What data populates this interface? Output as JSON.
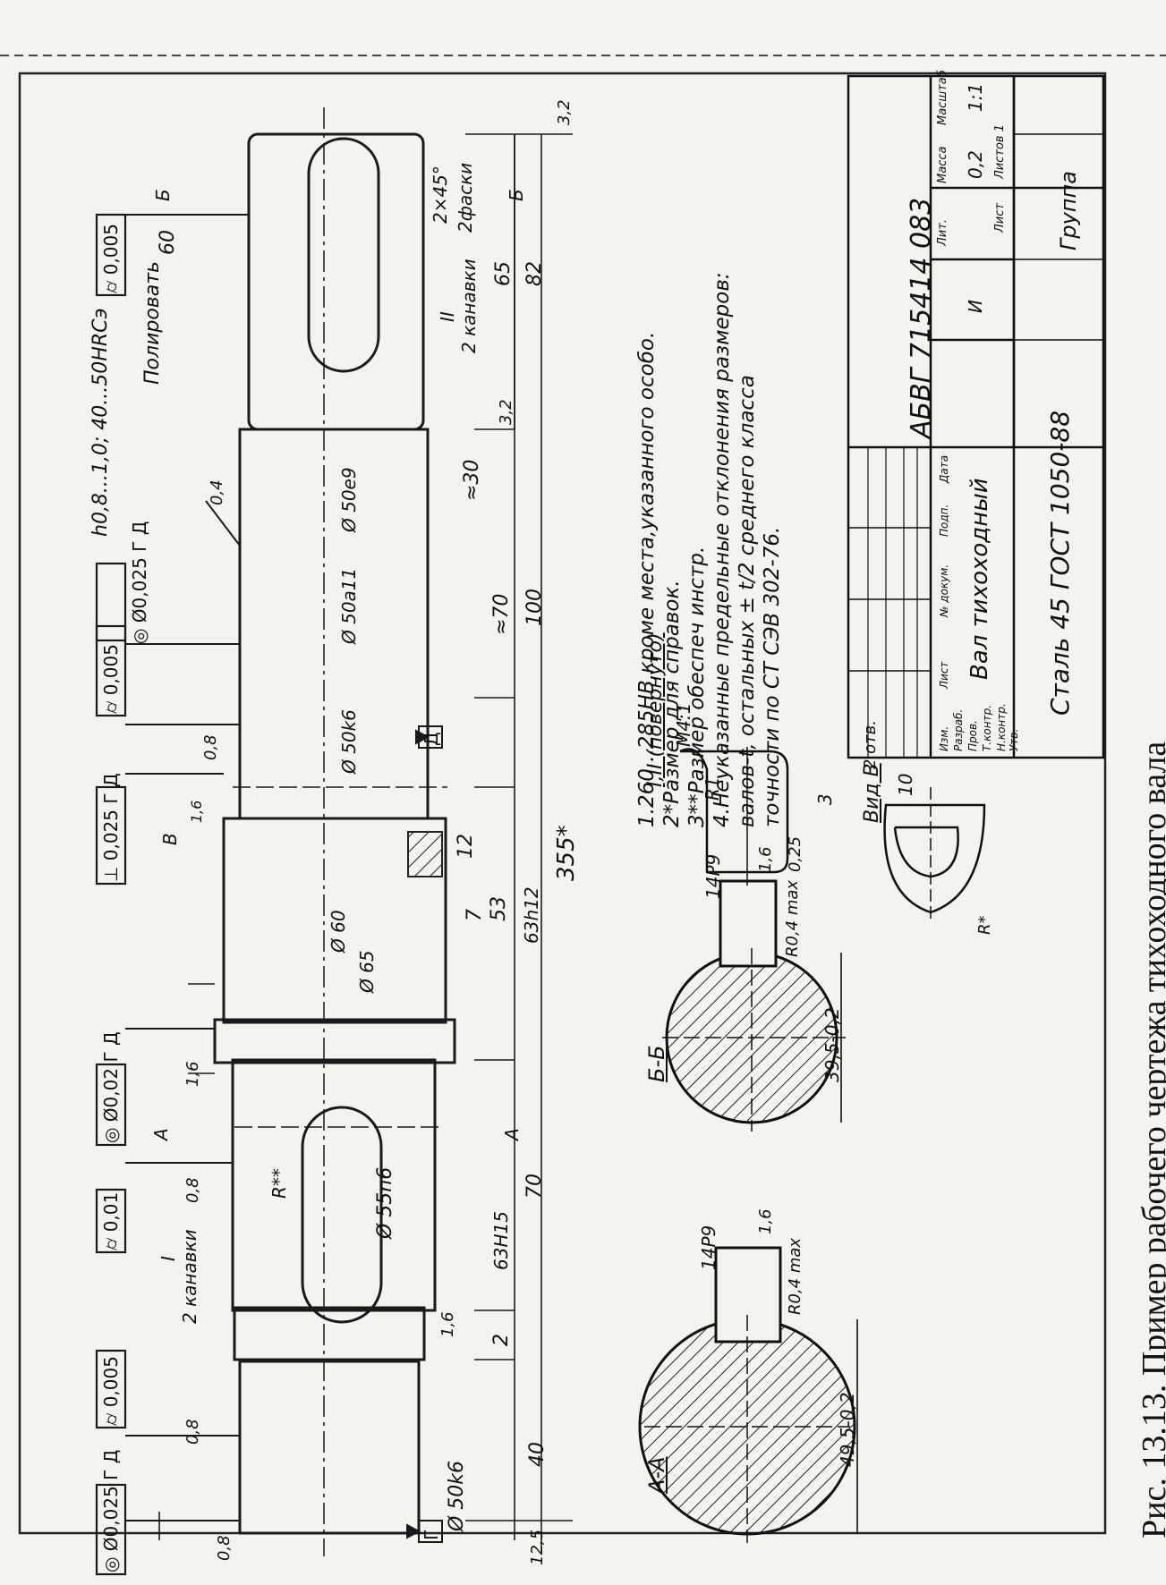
{
  "caption": "Рис. 13.13. Пример рабочего чертежа тихоходного вала",
  "notes": [
    "1.260...285HB,кроме места,указанного особо.",
    "2*Размер для справок.",
    "3**Размер обеспеч инстр.",
    "4.Неуказанные предельные отклонения размеров:",
    "валов-t, остальных ± t/2 среднего класса",
    "точности по СТ СЭВ 302-76."
  ],
  "title_block": {
    "designation": "АБВГ 715414 083",
    "part_name": "Вал тихоходный",
    "material": "Сталь 45 ГОСТ 1050-88",
    "group": "Группа",
    "lit_header": "Лит.",
    "mass_header": "Масса",
    "scale_header": "Масштаб",
    "lit_value": "И",
    "mass_value": "0,2",
    "scale_value": "1:1",
    "sheet_label": "Лист",
    "sheets_label": "Листов 1",
    "rows": [
      "Изм.",
      "Лист",
      "№ докум.",
      "Подп.",
      "Дата"
    ],
    "roles": [
      "Разраб.",
      "Пров.",
      "Т.контр.",
      "Н.контр.",
      "Утв."
    ]
  },
  "dims_main": {
    "d_left": "Ø 50k6",
    "d_key1": "Ø 55n6",
    "d_collar1": "Ø 65",
    "d_collar2": "Ø 60",
    "d_mid": "Ø 50k6",
    "d_a11": "Ø 50a11",
    "d_e9": "Ø 50e9",
    "len_40": "40",
    "len_2": "2",
    "len_70": "70",
    "len_63h15": "63H15",
    "len_63h12": "63h12",
    "len_53": "53",
    "len_7": "7",
    "len_12": "12",
    "len_100": "100",
    "len_70b": "≈70",
    "len_30": "≈30",
    "len_82": "82",
    "len_65": "65",
    "len_60": "60",
    "len_355": "355*",
    "chamfer": "2×45°",
    "chamfer2": "2фаски",
    "groove2": "2 канавки",
    "groove_label": "II",
    "groove_label1": "I",
    "polish": "Полировать",
    "hardness": "h0,8...1,0; 40...50HRCэ",
    "radius": "R**"
  },
  "roughness": [
    "0,8",
    "0,8",
    "1,6",
    "1,6",
    "0,8",
    "1,6",
    "0,4",
    "3,2",
    "12,5",
    "0,8",
    "3,2"
  ],
  "tolerances": [
    "◎ Ø0,025 Г Д",
    "⌭ 0,005",
    "⌭ 0,01",
    "◎ Ø0,02 Г Д",
    "⊥ 0,025 Г Д",
    "⌭ 0,005",
    "◎ Ø0,025 Г Д",
    "⌭ 0,005"
  ],
  "datums": [
    "Г",
    "Д"
  ],
  "sections": {
    "aa_label": "А-А",
    "aa_width": "14P9",
    "aa_radius": "R0,4 max",
    "aa_depth": "49,5-0,2",
    "aa_rough": "1,6",
    "bb_label": "Б-Б",
    "bb_width": "14P9",
    "bb_radius": "R0,4 max",
    "bb_depth": "39,5-0,2",
    "bb_rough": "1,6",
    "detail_label": "I,II (повернуто)",
    "detail_scale": "M4:1",
    "detail_r": "R1",
    "detail_3": "3",
    "detail_025": "0,25",
    "view_b": "Вид В",
    "view_10": "10",
    "view_holes": "2 отв.",
    "view_r": "R*",
    "cut_a": "А",
    "cut_b": "Б",
    "cut_v": "В"
  }
}
